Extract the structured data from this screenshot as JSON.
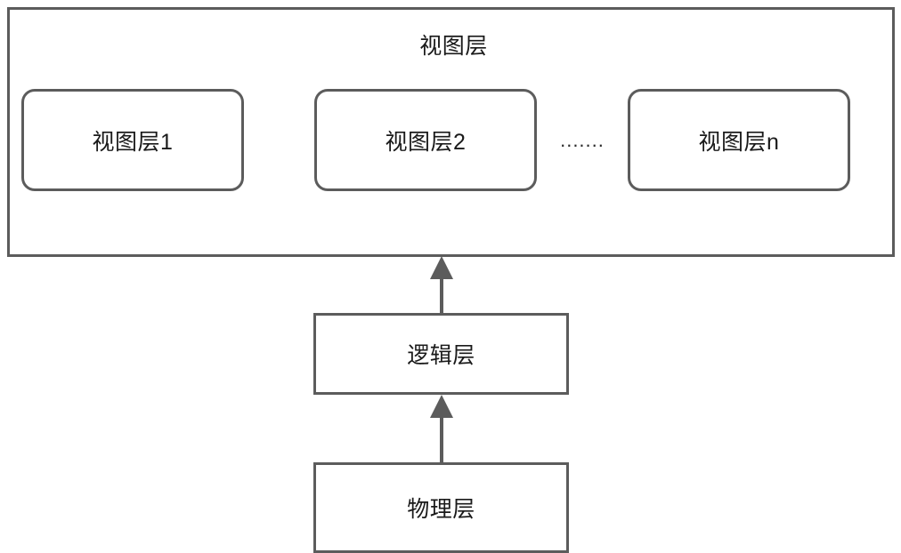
{
  "diagram": {
    "title": "视图层",
    "view_layer": {
      "label": "视图层",
      "boxes": [
        {
          "label": "视图层1"
        },
        {
          "label": "视图层2"
        },
        {
          "label": "视图层n"
        }
      ],
      "ellipsis": "......."
    },
    "logic_layer": {
      "label": "逻辑层"
    },
    "physical_layer": {
      "label": "物理层"
    },
    "arrows": [
      {
        "from": "逻辑层",
        "to": "视图层",
        "direction": "up"
      },
      {
        "from": "物理层",
        "to": "逻辑层",
        "direction": "up"
      }
    ],
    "colors": {
      "stroke": "#5c5c5c",
      "text": "#1a1a1a",
      "background": "#ffffff"
    }
  }
}
